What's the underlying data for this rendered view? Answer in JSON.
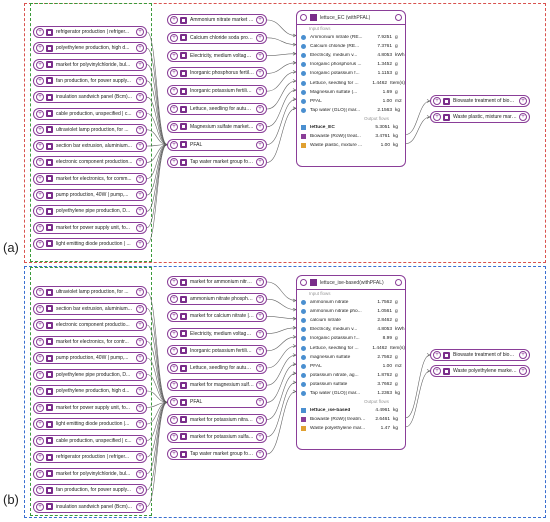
{
  "panel_a": {
    "label": "(a)",
    "left_nodes": [
      "refrigerator production | refriger...",
      "polyethylene production, high d...",
      "market for polyvinylchloride, bul...",
      "fan production, for power supply...",
      "insulation sandwich panel (Bcm)...",
      "cable production, unspecified | c...",
      "ultraviolet lamp production, for ...",
      "section bar extrusion, aluminium...",
      "electronic component production...",
      "market for electronics, for comm...",
      "pump production, 40W | pump,...",
      "polyethylene pipe production, D...",
      "market for power supply unit, fo...",
      "light emitting diode production | ..."
    ],
    "mid_nodes": [
      "Ammonium nitrate  market for a...",
      "Calcium chloride  soda producti...",
      "Electricity, medium voltage  elec...",
      "Inorganic phosphorus fertiliser, ...",
      "Inorganic potassium fertiliser, as...",
      "Lettuce, seedling for autumn cro...",
      "Magnesium sulfate  market for |...",
      "PFAL",
      "Tap water  market group for | Cu..."
    ],
    "card": {
      "title": "lettuce_EC (withPFAL)",
      "input_label": "Input flows",
      "inputs": [
        {
          "name": "Ammonium nitrate (RE...",
          "amount": "7.9251",
          "unit": "g"
        },
        {
          "name": "Calcium chloride (RE...",
          "amount": "7.3761",
          "unit": "g"
        },
        {
          "name": "Electricity, medium v...",
          "amount": "4.8053",
          "unit": "kWh"
        },
        {
          "name": "Inorganic phosphorus ...",
          "amount": "1.3452",
          "unit": "g"
        },
        {
          "name": "Inorganic potassium f...",
          "amount": "1.1153",
          "unit": "g"
        },
        {
          "name": "Lettuce, seedling for ...",
          "amount": "1.4462",
          "unit": "Item(s)"
        },
        {
          "name": "Magnesium sulfate (...",
          "amount": "1.69",
          "unit": "g"
        },
        {
          "name": "PFAL",
          "amount": "1.00",
          "unit": "m2"
        },
        {
          "name": "Tap water (GLO)| mar...",
          "amount": "2.1563",
          "unit": "kg"
        }
      ],
      "output_label": "Output flows",
      "outputs": [
        {
          "name": "lettuce_EC",
          "amount": "5.3051",
          "unit": "kg",
          "bold": true
        },
        {
          "name": "Biowaste (RoW)| treat...",
          "amount": "3.4761",
          "unit": "kg"
        },
        {
          "name": "Waste plastic, mixture ...",
          "amount": "1.00",
          "unit": "kg"
        }
      ]
    },
    "right_nodes": [
      "Biowaste  treatment of biowaste...",
      "Waste plastic, mixture  market f..."
    ]
  },
  "panel_b": {
    "label": "(b)",
    "left_nodes": [
      "ultraviolet lamp production, for ...",
      "section bar extrusion, aluminium...",
      "electronic component productio...",
      "market for electronics, for contr...",
      "pump production, 40W | pump,...",
      "polyethylene pipe production, D...",
      "polyethylene production, high d...",
      "market for power supply unit, fo...",
      "light emitting diode production |...",
      "cable production, unspecified | c...",
      "refrigerator production | refriger...",
      "market for polyvinylchloride, bul...",
      "fan production, for power supply...",
      "insulation sandwich panel (Bcm)..."
    ],
    "mid_nodes": [
      "market for ammonium nitrate | a...",
      "ammonium nitrate phosphate pr...",
      "market for calcium nitrate | calci...",
      "Electricity, medium voltage  elec...",
      "Inorganic potassium fertiliser, as...",
      "Lettuce, seedling for autumn cro...",
      "market for magnesium sulfate |...",
      "PFAL",
      "market for potassium nitrate, agr...",
      "market for potassium sulfate | p...",
      "Tap water  market group for | Cu..."
    ],
    "card": {
      "title": "lettuce_ise-based(withPFAL)",
      "input_label": "Input flows",
      "inputs": [
        {
          "name": "ammonium nitrate",
          "amount": "1.7562",
          "unit": "g"
        },
        {
          "name": "ammonium nitrate pho...",
          "amount": "1.0561",
          "unit": "g"
        },
        {
          "name": "calcium nitrate",
          "amount": "2.8462",
          "unit": "g"
        },
        {
          "name": "Electricity, medium v...",
          "amount": "4.8053",
          "unit": "kWh"
        },
        {
          "name": "Inorganic potassium f...",
          "amount": "8.99",
          "unit": "g"
        },
        {
          "name": "Lettuce, seedling for ...",
          "amount": "1.4462",
          "unit": "Item(s)"
        },
        {
          "name": "magnesium sulfate",
          "amount": "2.7562",
          "unit": "g"
        },
        {
          "name": "PFAL",
          "amount": "1.00",
          "unit": "m2"
        },
        {
          "name": "potassium nitrate, ag...",
          "amount": "1.8762",
          "unit": "g"
        },
        {
          "name": "potassium sulfate",
          "amount": "3.7662",
          "unit": "g"
        },
        {
          "name": "Tap water (GLO)| mar...",
          "amount": "1.2363",
          "unit": "kg"
        }
      ],
      "output_label": "Output flows",
      "outputs": [
        {
          "name": "lettuce_ise-based",
          "amount": "4.4961",
          "unit": "kg",
          "bold": true
        },
        {
          "name": "Biowaste (RoW)| treatment...",
          "amount": "2.6461",
          "unit": "kg"
        },
        {
          "name": "Waste polyethylene  mar...",
          "amount": "1.47",
          "unit": "kg"
        }
      ]
    },
    "right_nodes": [
      "Biowaste  treatment of biowaste...",
      "Waste polyethylene  market gro..."
    ]
  },
  "colors": {
    "node_border": "#8a3e98",
    "input_dot": "#4a8fd0",
    "frame_green": "#3a9a3a",
    "frame_red": "#d9534f",
    "frame_blue": "#3a6fd0"
  }
}
